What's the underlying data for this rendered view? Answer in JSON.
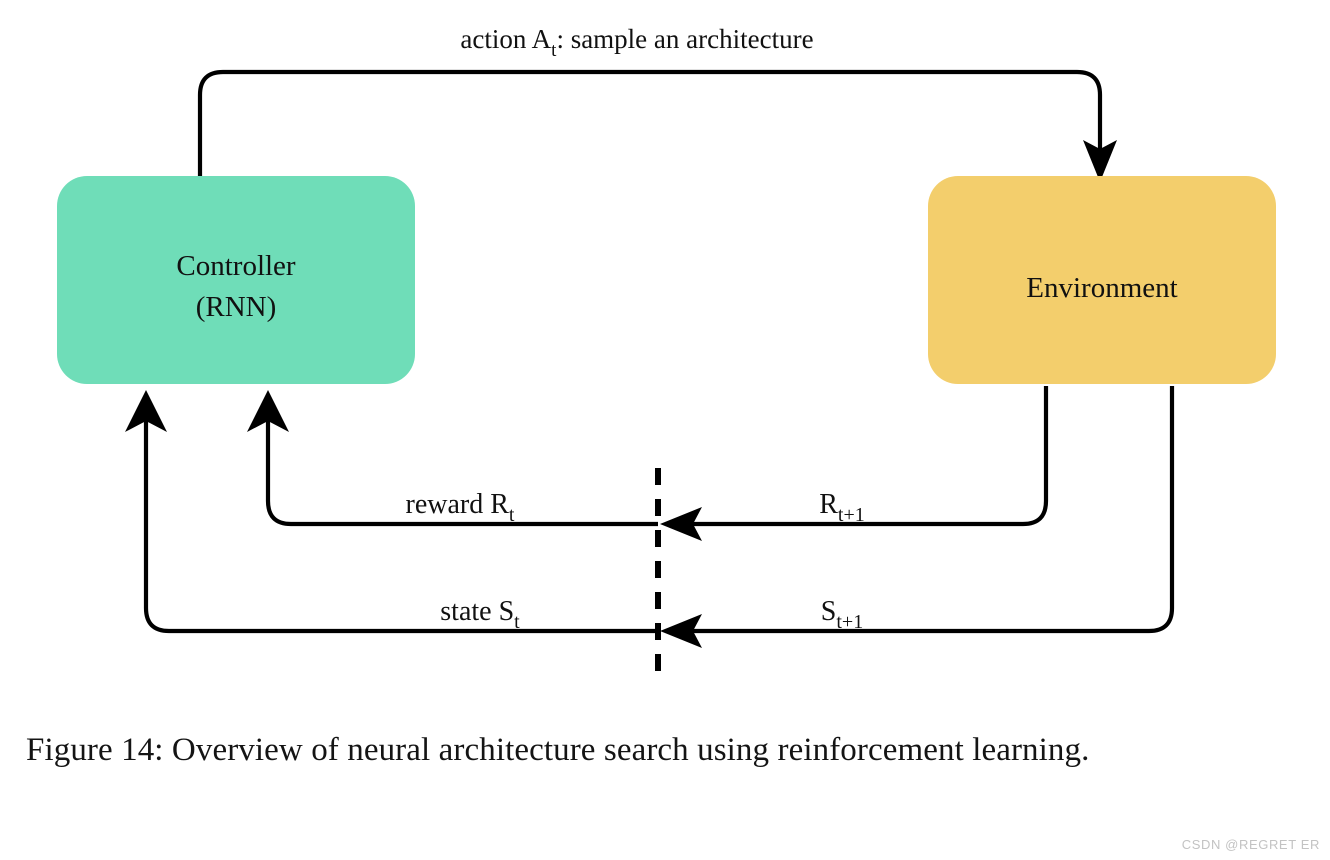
{
  "figure": {
    "caption": "Figure 14:  Overview of neural architecture search using reinforcement learning.",
    "watermark": "CSDN @REGRET ER",
    "background_color": "#ffffff"
  },
  "nodes": {
    "controller": {
      "label_line1": "Controller",
      "label_line2": "(RNN)",
      "fill_color": "#6FDDB8"
    },
    "environment": {
      "label": "Environment",
      "fill_color": "#F3CE6C"
    }
  },
  "edges": {
    "action": {
      "text_prefix": "action A",
      "subscript": "t",
      "text_suffix": ": sample an architecture",
      "full_label": "action A_t: sample an architecture",
      "direction": "controller-to-environment"
    },
    "reward_left": {
      "text_prefix": "reward R",
      "subscript": "t",
      "full_label": "reward R_t",
      "direction": "divider-to-controller"
    },
    "reward_right": {
      "text_prefix": "R",
      "subscript": "t+1",
      "full_label": "R_t+1",
      "direction": "environment-to-divider"
    },
    "state_left": {
      "text_prefix": "state S",
      "subscript": "t",
      "full_label": "state S_t",
      "direction": "divider-to-controller"
    },
    "state_right": {
      "text_prefix": "S",
      "subscript": "t+1",
      "full_label": "S_t+1",
      "direction": "environment-to-divider"
    }
  },
  "divider": {
    "style": "dashed-vertical",
    "color": "#000000"
  }
}
